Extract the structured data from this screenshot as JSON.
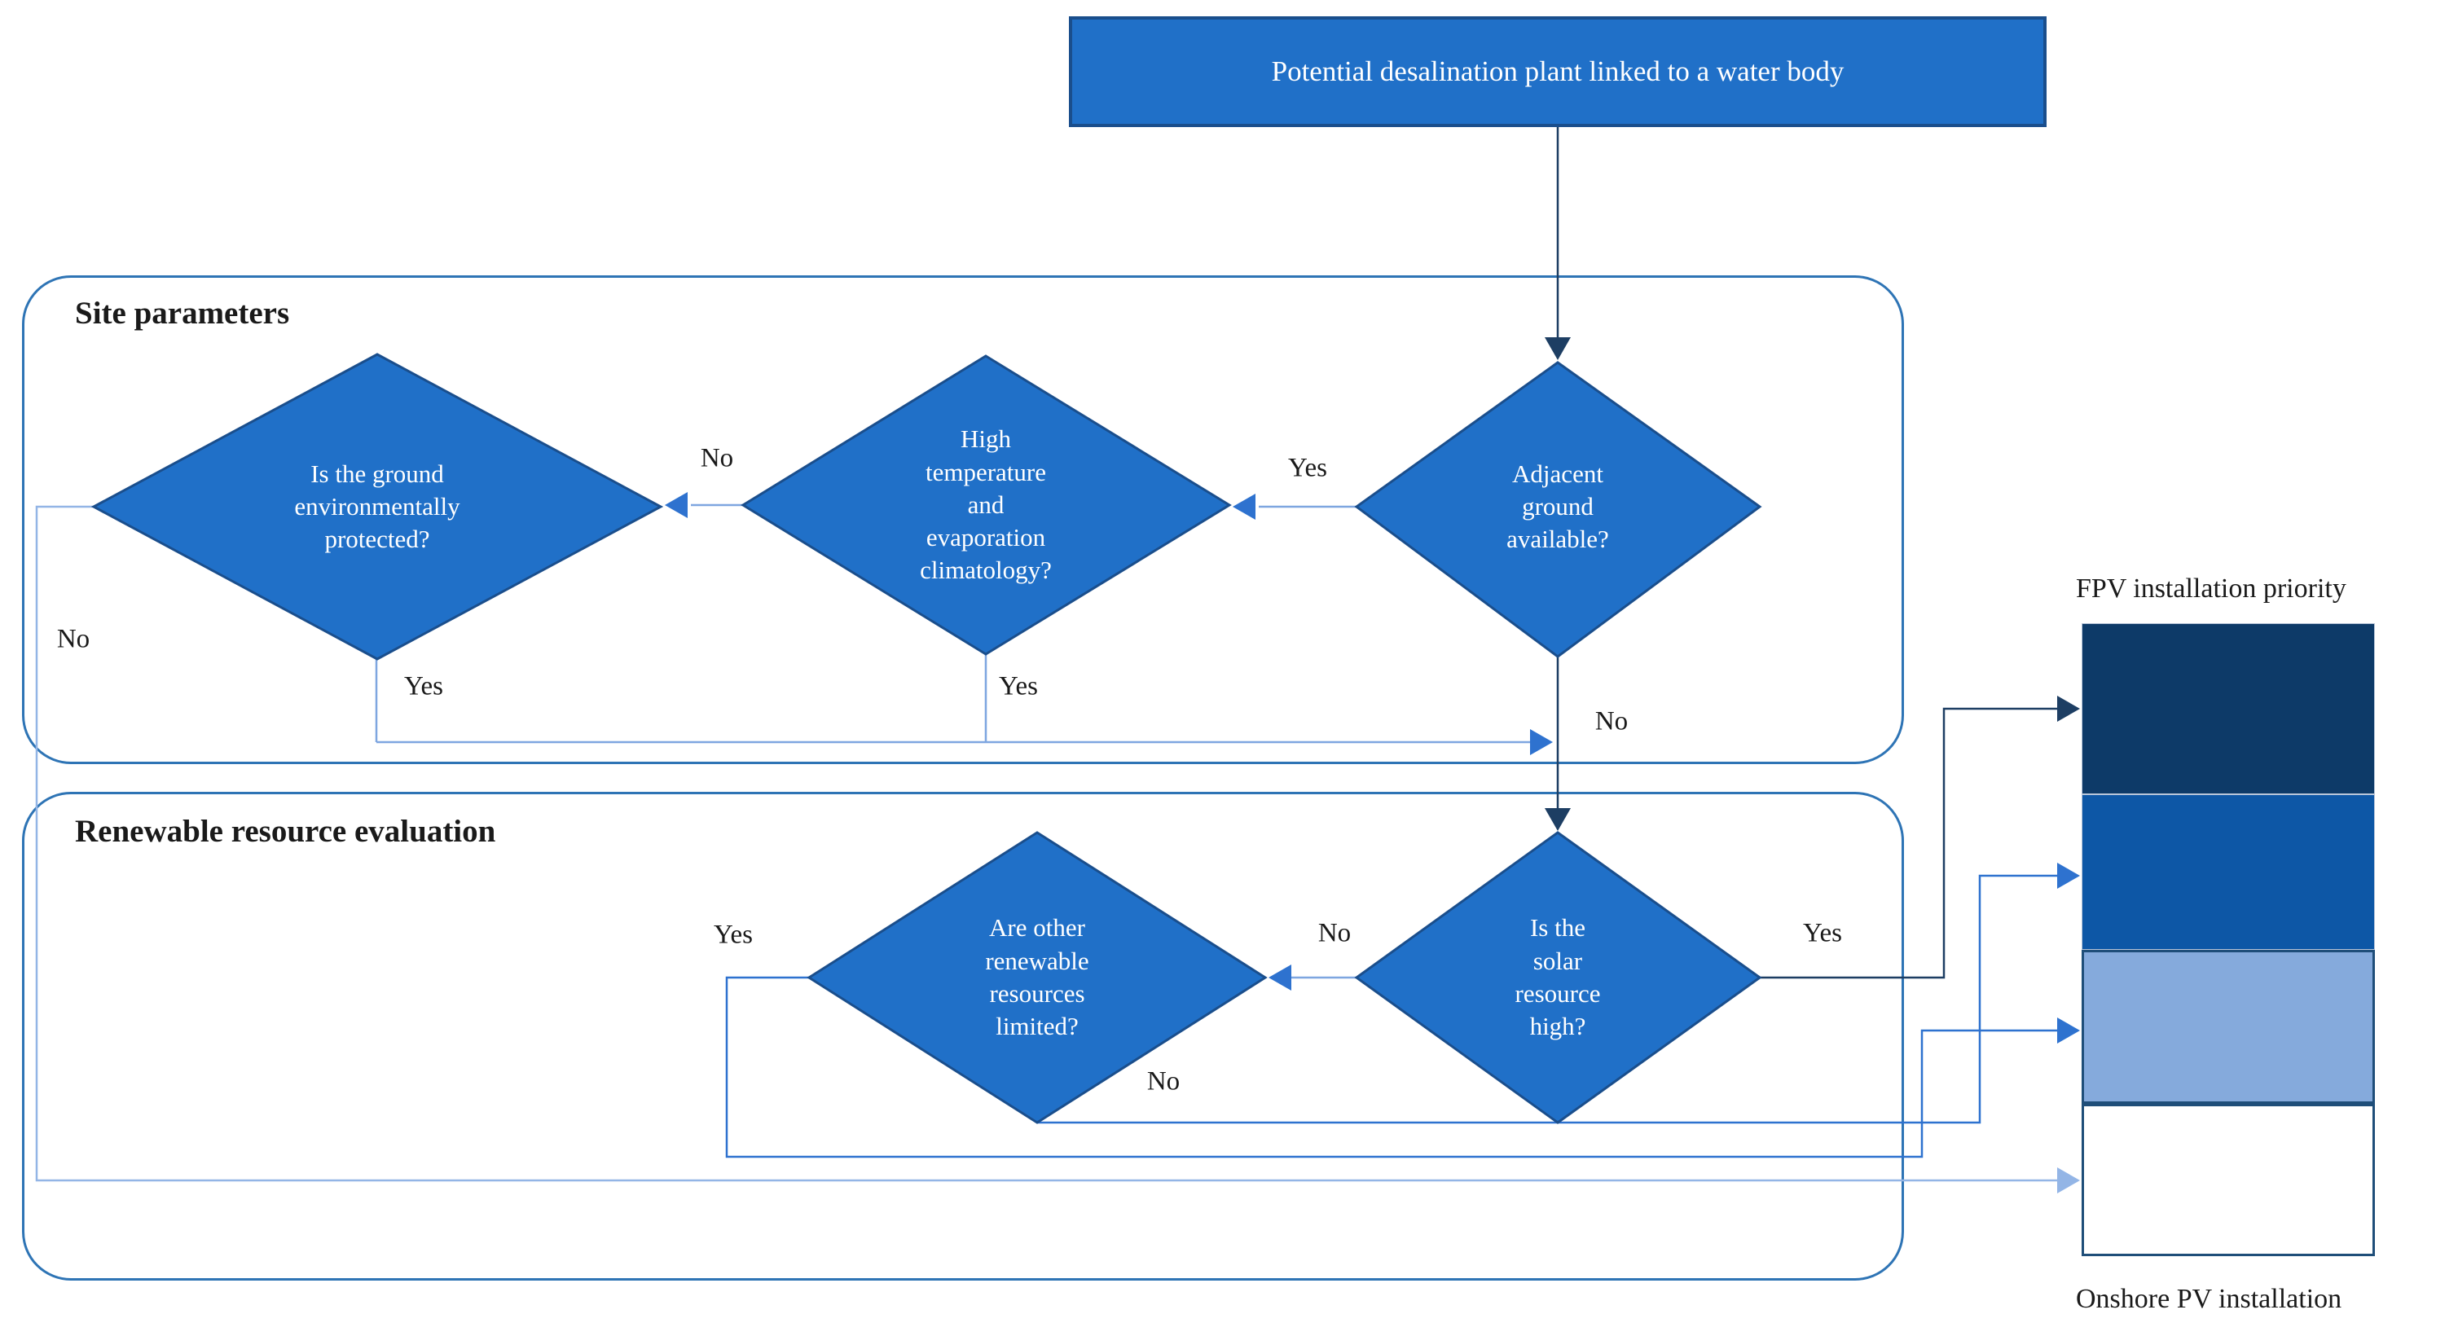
{
  "colors": {
    "shape-fill": "#2070c8",
    "shape-stroke": "#1a4e8c",
    "container-stroke": "#2e74b5",
    "line-navy": "#1d3e63",
    "line-mid": "#2e72cf",
    "line-light": "#7ea6e0",
    "line-pale": "#93b5e6",
    "box1": "#0d3a68",
    "box2": "#0d57a6",
    "box3": "#85aadc",
    "box4": "#ffffff",
    "box-border": "#1f4e79",
    "text-dark": "#1a1a1a",
    "text-light": "#ffffff"
  },
  "start": {
    "label": "Potential desalination plant linked to a water body"
  },
  "sections": {
    "site": "Site parameters",
    "renewable": "Renewable resource evaluation"
  },
  "nodes": {
    "adjacent": "Adjacent\nground\navailable?",
    "climate": "High\ntemperature\nand\nevaporation\nclimatology?",
    "ground": "Is the ground\nenvironmentally\nprotected?",
    "solar": "Is the\nsolar\nresource\nhigh?",
    "renewables": "Are other\nrenewable\nresources\nlimited?"
  },
  "edge_labels": {
    "adjacent_yes": "Yes",
    "climate_no": "No",
    "ground_no": "No",
    "ground_yes": "Yes",
    "climate_yes": "Yes",
    "adjacent_no": "No",
    "solar_yes": "Yes",
    "solar_no": "No",
    "renewables_no": "No",
    "renewables_yes": "Yes"
  },
  "priority": {
    "title": "FPV installation priority",
    "footer": "Onshore PV installation",
    "boxes": [
      {
        "name": "priority-1-highest"
      },
      {
        "name": "priority-2"
      },
      {
        "name": "priority-3"
      },
      {
        "name": "priority-4-onshore"
      }
    ]
  }
}
